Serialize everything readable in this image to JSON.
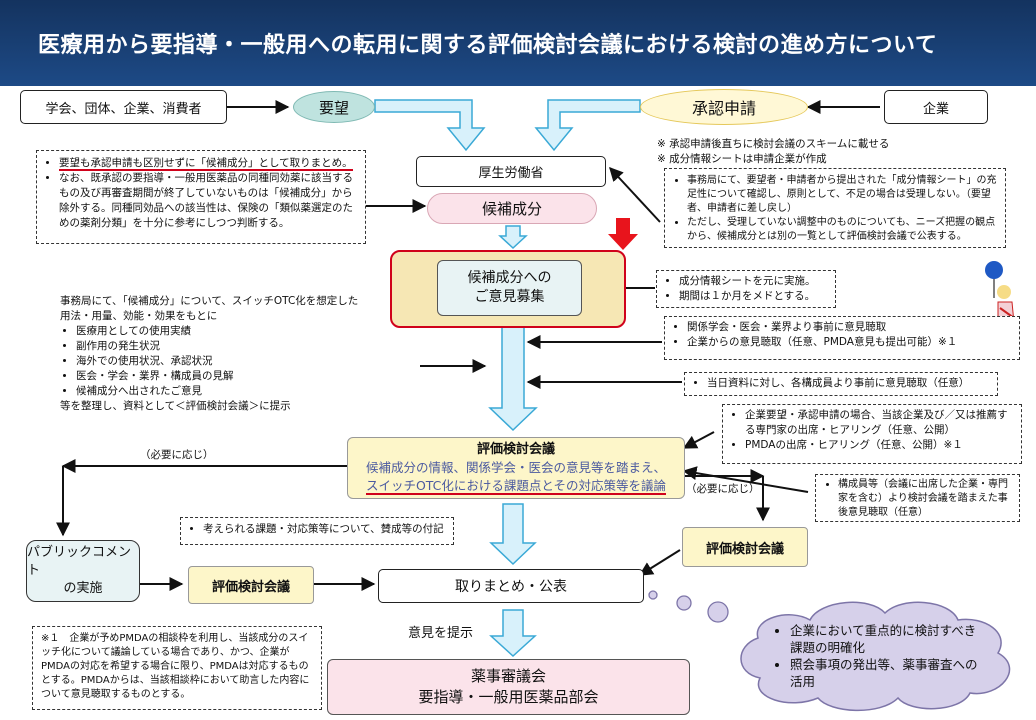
{
  "title": "医療用から要指導・一般用への転用に関する評価検討会議における検討の進め方について",
  "requesters": "学会、団体、企業、消費者",
  "request_label": "要望",
  "approval_label": "承認申請",
  "company": "企業",
  "notes_top_right": [
    "※ 承認申請後直ちに検討会議のスキームに載せる",
    "※ 成分情報シートは申請企業が作成"
  ],
  "mhlw": "厚生労働省",
  "candidate": "候補成分",
  "left_top_notes": [
    "要望も承認申請も区別せずに「候補成分」として取りまとめ。",
    "なお、既承認の要指導・一般用医薬品の同種同効薬に該当するもの及び再審査期間が終了していないものは「候補成分」から除外する。同種同効品への該当性は、保険の「類似薬選定のための薬剤分類」を十分に参考にしつつ判断する。"
  ],
  "right_top_notes": [
    "事務局にて、要望者・申請者から提出された「成分情報シート」の充足性について確認し、原則として、不足の場合は受理しない。（要望者、申請者に差し戻し）",
    "ただし、受理していない調整中のものについても、ニーズ把握の観点から、候補成分とは別の一覧として評価検討会議で公表する。"
  ],
  "opinion_box": [
    "候補成分への",
    "ご意見募集"
  ],
  "opinion_notes": [
    "成分情報シートを元に実施。",
    "期間は１か月をメドとする。"
  ],
  "secretariat_intro": "事務局にて、「候補成分」について、スイッチOTC化を想定した用法・用量、効能・効果をもとに",
  "secretariat_items": [
    "医療用としての使用実績",
    "副作用の発生状況",
    "海外での使用状況、承認状況",
    "医会・学会・業界・構成員の見解",
    "候補成分へ出されたご意見"
  ],
  "secretariat_outro": "等を整理し、資料として＜評価検討会議＞に提示",
  "hearing_notes": [
    "関係学会・医会・業界より事前に意見聴取",
    "企業からの意見聴取（任意、PMDA意見も提出可能）※１"
  ],
  "day_note": "当日資料に対し、各構成員より事前に意見聴取（任意）",
  "company_notes": [
    "企業要望・承認申請の場合、当該企業及び／又は推薦する専門家の出席・ヒアリング（任意、公開）",
    "PMDAの出席・ヒアリング（任意、公開）※１"
  ],
  "meeting_title": "評価検討会議",
  "meeting_line1": "候補成分の情報、関係学会・医会の意見等を踏まえ、",
  "meeting_line2": "スイッチOTC化における課題点とその対応策等を議論",
  "as_needed_left": "（必要に応じ）",
  "as_needed_right": "（必要に応じ）",
  "member_note": "構成員等（会議に出席した企業・専門家を含む）より検討会議を踏まえた事後意見聴取（任意）",
  "issue_note": "考えられる課題・対応策等について、賛成等の付記",
  "public_comment": [
    "パブリックコメント",
    "の実施"
  ],
  "meeting_small": "評価検討会議",
  "summary": "取りまとめ・公表",
  "opinion_present": "意見を提示",
  "footnote": "※１　企業が予めPMDAの相談枠を利用し、当該成分のスイッチ化について議論している場合であり、かつ、企業がPMDAの対応を希望する場合に限り、PMDAは対応するものとする。PMDAからは、当該相談枠において助言した内容について意見聴取するものとする。",
  "council": [
    "薬事審議会",
    "要指導・一般用医薬品部会"
  ],
  "cloud_items": [
    "企業において重点的に検討すべき課題の明確化",
    "照会事項の発出等、薬事審査への活用"
  ],
  "colors": {
    "header": "#1d4a86",
    "arrow_fill": "#d8f1fb",
    "arrow_stroke": "#3aa9d6",
    "highlight": "#f6e7b4",
    "red": "#d0021b",
    "pink": "#fbe3ea",
    "cloud": "#d6d0ea"
  }
}
